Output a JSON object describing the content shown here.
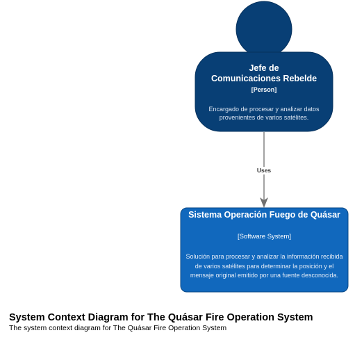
{
  "colors": {
    "person_fill": "#083F75",
    "person_stroke": "#06315C",
    "system_fill": "#1168BD",
    "system_stroke": "#0B4884",
    "relation_line": "#707070"
  },
  "person": {
    "name": "Jefe de\nComunicaciones Rebelde",
    "type": "[Person]",
    "description": "Encargado de procesar y analizar datos provenientes de varios satélites."
  },
  "system": {
    "name": "Sistema Operación Fuego de Quásar",
    "type": "[Software System]",
    "description": "Solución para procesar y analizar la información recibida de varios satélites para determinar la posición y el mensaje original emitido por una fuente desconocida."
  },
  "relation": {
    "label": "Uses"
  },
  "diagram": {
    "title": "System Context Diagram for The Quásar Fire Operation System",
    "subtitle": "The system context diagram for The Quásar Fire Operation System"
  }
}
